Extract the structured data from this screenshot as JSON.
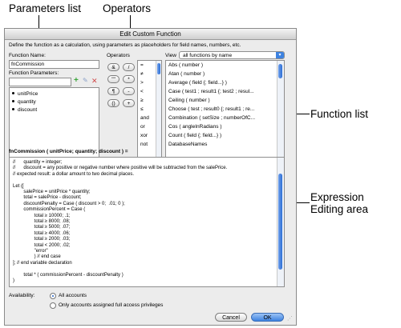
{
  "callouts": {
    "parameters_list": "Parameters list",
    "operators": "Operators",
    "function_list": "Function list",
    "expression_area": "Expression Editing area"
  },
  "dialog": {
    "title": "Edit Custom Function",
    "description": "Define the function as a calculation, using parameters as placeholders for field names, numbers, etc.",
    "function_name_label": "Function Name:",
    "function_name_value": "fnCommission",
    "function_params_label": "Function Parameters:",
    "parameters": [
      "unitPrice",
      "quantity",
      "discount"
    ],
    "operators_label": "Operators",
    "operator_buttons": [
      "&",
      "/",
      "\"\"",
      "*",
      "¶",
      "-",
      "()",
      "+"
    ],
    "comparison_ops": [
      "=",
      "≠",
      ">",
      "<",
      "≥",
      "≤",
      "and",
      "or",
      "xor",
      "not"
    ],
    "view_label": "View",
    "view_selected": "all functions by name",
    "functions": [
      "Abs ( number )",
      "Atan ( number )",
      "Average ( field {; field...} )",
      "Case ( test1 ; result1 {; test2 ; resul...",
      "Ceiling ( number )",
      "Choose ( test ; result0 {; result1 ; re...",
      "Combination ( setSize ; numberOfC...",
      "Cos ( angleInRadians )",
      "Count ( field {; field...} )",
      "DatabaseNames"
    ],
    "signature": "fnCommission ( unitPrice; quantity; discount ) =",
    "code_lines": [
      "//      quantity = integer;",
      "//      discount = any positive or negative number where positive will be subtracted from the salePrice.",
      "// expected result: a dollar amount to two decimal places.",
      "",
      "Let ([",
      "        salePrice = unitPrice * quantity;",
      "        total = salePrice - discount;",
      "        discountPenalty = Case ( discount > 0;  .01; 0 );",
      "        commissionPercent = Case (",
      "                total ≥ 10000; .1;",
      "                total ≥ 8000; .08;",
      "                total ≥ 5000; .07;",
      "                total ≥ 4000; .06;",
      "                total ≥ 2000; .03;",
      "                total < 2000; .02;",
      "                \"error\"",
      "                ) // end case",
      "]; // end variable declaration",
      "",
      "        total * ( commissionPercent - discountPenalty )",
      ")"
    ],
    "availability_label": "Availability:",
    "availability_options": [
      "All accounts",
      "Only accounts assigned full access privileges"
    ],
    "cancel": "Cancel",
    "ok": "OK"
  },
  "colors": {
    "accent": "#3d82e0",
    "dialog_bg": "#ececec"
  }
}
